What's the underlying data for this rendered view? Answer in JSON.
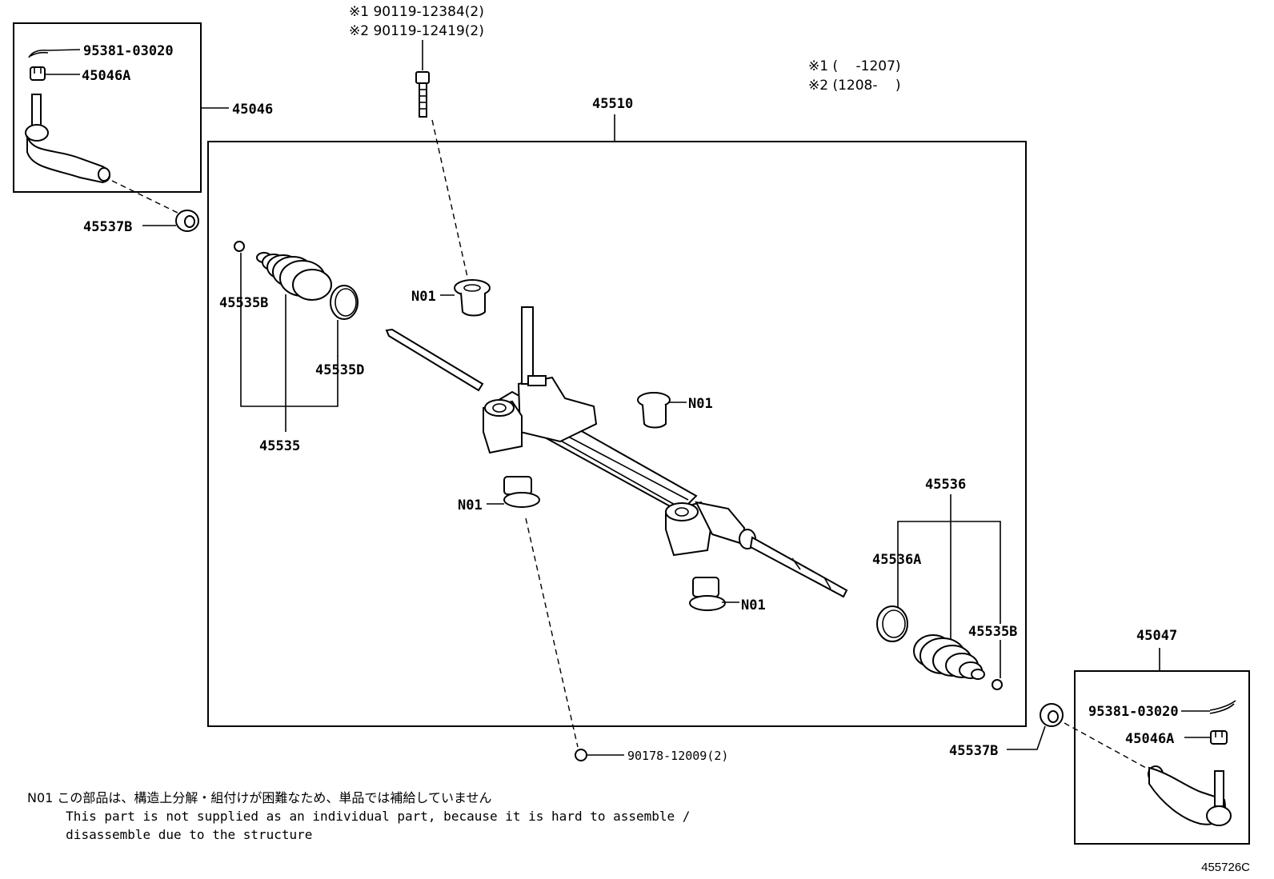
{
  "remarks": {
    "r1": "※1 90119-12384(2)",
    "r2": "※2 90119-12419(2)",
    "date1": "※1 (　 -1207)",
    "date2": "※2 (1208-　 )"
  },
  "labels": {
    "cotter_pin_left": "95381-03020",
    "nut_left": "45046A",
    "tie_rod_end_left": "45046",
    "lock_nut_left": "45537B",
    "gear_assembly": "45510",
    "clip_left": "45535B",
    "clamp_left": "45535D",
    "boot_left": "45535",
    "bushing_top": "N01",
    "bushing_mid": "N01",
    "bushing_lower_left": "N01",
    "bushing_lower_right": "N01",
    "boot_right": "45536",
    "clamp_right": "45536A",
    "clip_right": "45535B",
    "bolt_bottom": "90178-12009(2)",
    "tie_rod_end_right": "45047",
    "cotter_pin_right": "95381-03020",
    "nut_right": "45046A",
    "lock_nut_right": "45537B"
  },
  "note": {
    "code": "N01",
    "jp": "この部品は、構造上分解・組付けが困難なため、単品では補給していません",
    "en1": "This part is not supplied as an individual part, because it is hard to assemble /",
    "en2": "disassemble due to the structure"
  },
  "diagram_code": "455726C"
}
